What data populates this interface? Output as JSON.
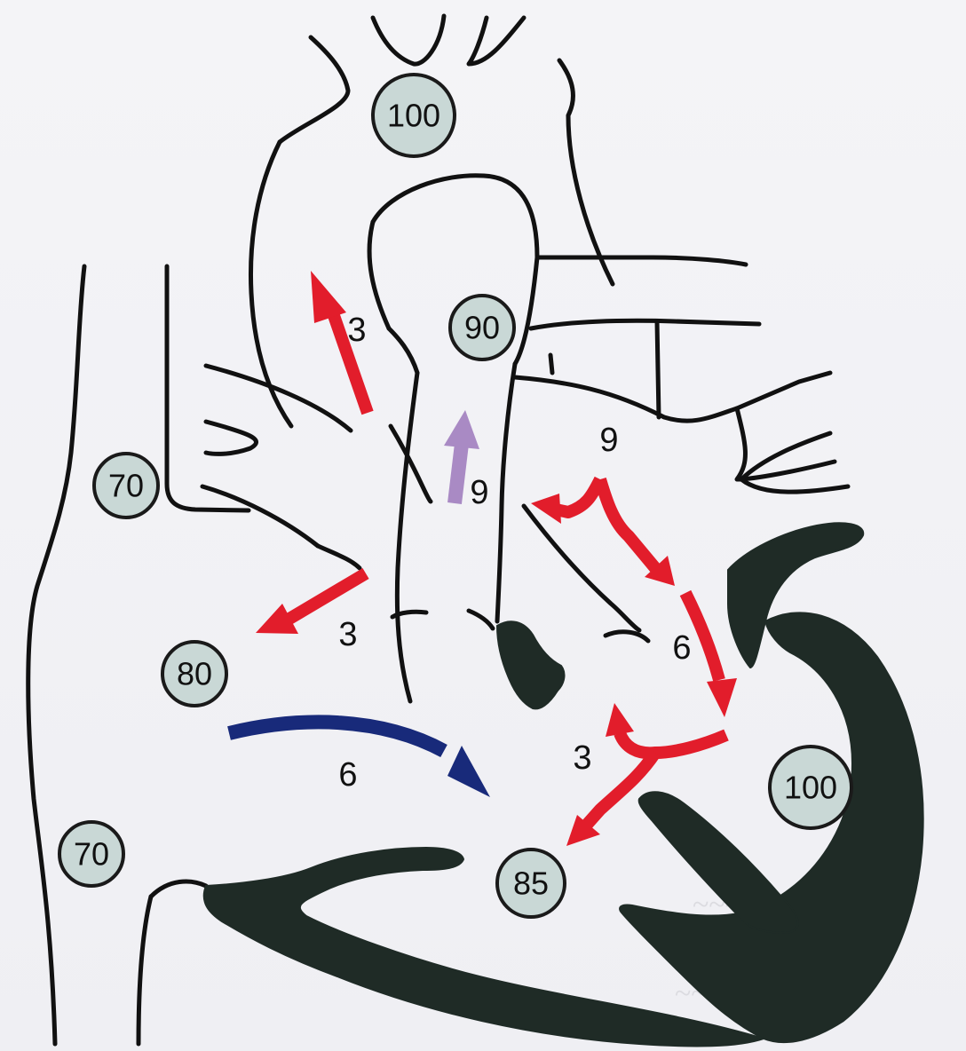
{
  "diagram": {
    "saturations": {
      "aorta_top": "100",
      "pulmonary_artery": "90",
      "svc": "70",
      "right_atrium": "80",
      "ivc": "70",
      "right_ventricle": "85",
      "left_ventricle": "100"
    },
    "flows": {
      "upper_red_arrow": "3",
      "purple_arrow": "9",
      "left_red_arrow": "3",
      "blue_arrow": "6",
      "right_top_red": "9",
      "right_mid_red": "6",
      "right_low_red": "3"
    },
    "colors": {
      "red_flow": "#e21d2b",
      "blue_flow": "#182a7a",
      "purple_flow": "#a98ac4",
      "badge_fill": "#c9d8d6",
      "myocardium": "#1f2b26"
    }
  }
}
